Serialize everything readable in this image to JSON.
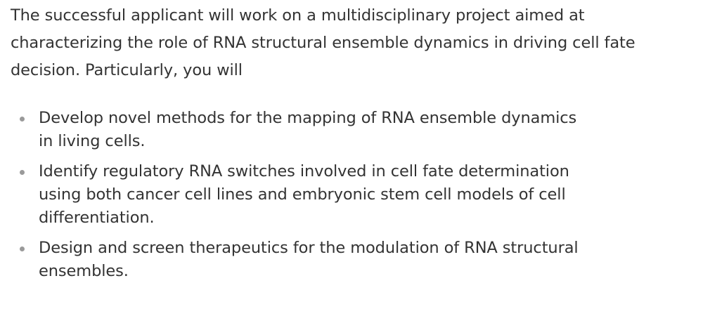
{
  "intro": {
    "lines": [
      "The successful applicant will work on a multidisciplinary project aimed at",
      "characterizing the role of RNA structural ensemble dynamics in driving cell fate",
      "decision. Particularly, you will"
    ]
  },
  "bullets": [
    {
      "lines": [
        "Develop novel methods for the mapping of RNA ensemble dynamics",
        "in living cells."
      ]
    },
    {
      "lines": [
        "Identify regulatory RNA switches involved in cell fate determination",
        "using both cancer cell lines and embryonic stem cell models of cell",
        "differentiation."
      ]
    },
    {
      "lines": [
        "Design and screen therapeutics for the modulation of RNA structural",
        "ensembles."
      ]
    }
  ]
}
